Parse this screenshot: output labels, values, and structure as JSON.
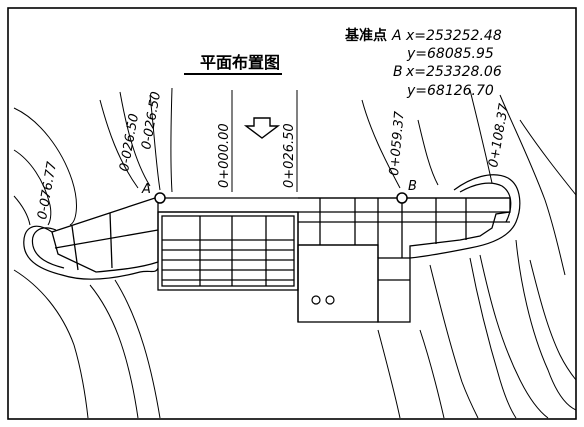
{
  "title": "平面布置图",
  "reference_points": {
    "heading": "基准点",
    "A": {
      "name": "A",
      "x_label": "x=253252.48",
      "y_label": "y=68085.95"
    },
    "B": {
      "name": "B",
      "x_label": "x=253328.06",
      "y_label": "y=68126.70"
    }
  },
  "stations": {
    "s1": "0-076.77",
    "s2": "0-026.50",
    "s3": "0-026.50",
    "s4": "0+000.00",
    "s5": "0+026.50",
    "s6": "0+059.37",
    "s7": "0+108.37"
  },
  "point_labels": {
    "A": "A",
    "B": "B"
  },
  "colors": {
    "line": "#000000",
    "background": "#ffffff"
  },
  "icons": {
    "flow_arrow": "down-arrow-icon"
  }
}
